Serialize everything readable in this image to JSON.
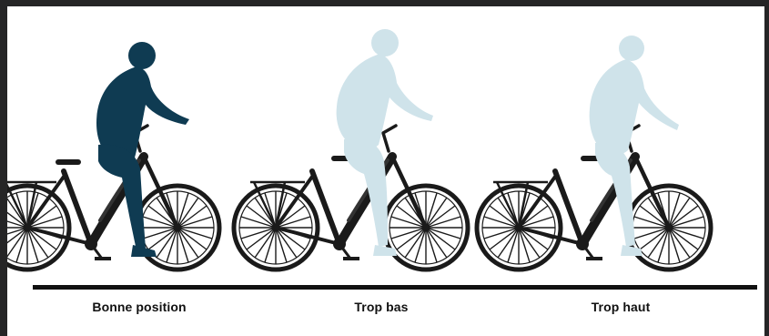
{
  "colors": {
    "background": "#252526",
    "panel": "#ffffff",
    "bike": "#1a1a1a",
    "rider_good": "#0f3b52",
    "rider_bad": "#cfe3ea",
    "ground": "#111111"
  },
  "panels": [
    {
      "caption": "Bonne position",
      "rider_color": "rider_good",
      "saddle": "correct"
    },
    {
      "caption": "Trop bas",
      "rider_color": "rider_bad",
      "saddle": "too-low"
    },
    {
      "caption": "Trop haut",
      "rider_color": "rider_bad",
      "saddle": "too-high"
    }
  ]
}
